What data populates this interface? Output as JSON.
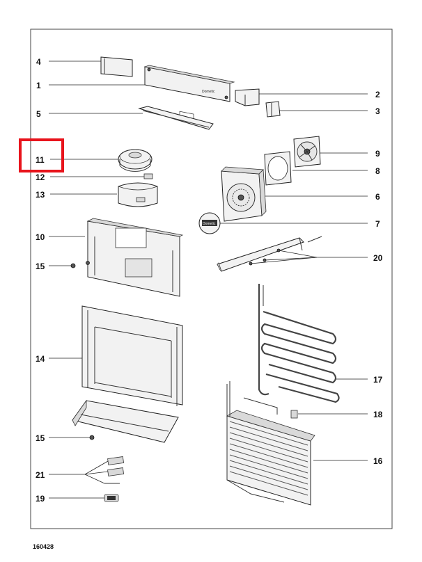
{
  "callouts": {
    "c1": "1",
    "c2": "2",
    "c3": "3",
    "c4": "4",
    "c5": "5",
    "c6": "6",
    "c7": "7",
    "c8": "8",
    "c9": "9",
    "c10": "10",
    "c11": "11",
    "c12": "12",
    "c13": "13",
    "c14": "14",
    "c15a": "15",
    "c15b": "15",
    "c16": "16",
    "c17": "17",
    "c18": "18",
    "c19": "19",
    "c20": "20",
    "c21": "21"
  },
  "highlight": {
    "target": "11",
    "color": "#e8141c"
  },
  "document": {
    "code": "160428"
  },
  "part_text": {
    "logo_a": "Dometic",
    "logo_b": "Dometic"
  }
}
